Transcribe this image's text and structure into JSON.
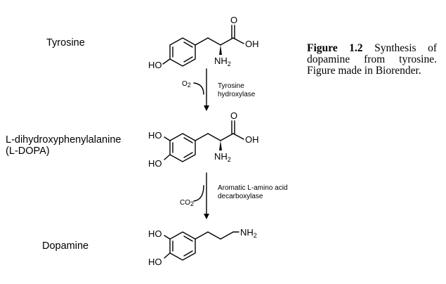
{
  "compounds": [
    {
      "name_lines": [
        "Tyrosine"
      ],
      "hydroxyls": [
        "HO"
      ],
      "acid_oxygen": "O",
      "acid_hydroxyl": "OH",
      "amine": "NH",
      "amine_sub": "2"
    },
    {
      "name_lines": [
        "L-dihydroxyphenylalanine",
        "(L-DOPA)"
      ],
      "hydroxyls": [
        "HO",
        "HO"
      ],
      "acid_oxygen": "O",
      "acid_hydroxyl": "OH",
      "amine": "NH",
      "amine_sub": "2"
    },
    {
      "name_lines": [
        "Dopamine"
      ],
      "hydroxyls": [
        "HO",
        "HO"
      ],
      "amine": "NH",
      "amine_sub": "2"
    }
  ],
  "reactions": [
    {
      "cofactor": "O",
      "cofactor_sub": "2",
      "enzyme_lines": [
        "Tyrosine",
        "hydroxylase"
      ]
    },
    {
      "cofactor": "CO",
      "cofactor_sub": "2",
      "enzyme_lines": [
        "Aromatic L-amino acid",
        "decarboxylase"
      ]
    }
  ],
  "caption": {
    "label": "Figure 1.2",
    "text": "Synthesis of dopamine from tyrosine. Figure made in Biorender."
  }
}
